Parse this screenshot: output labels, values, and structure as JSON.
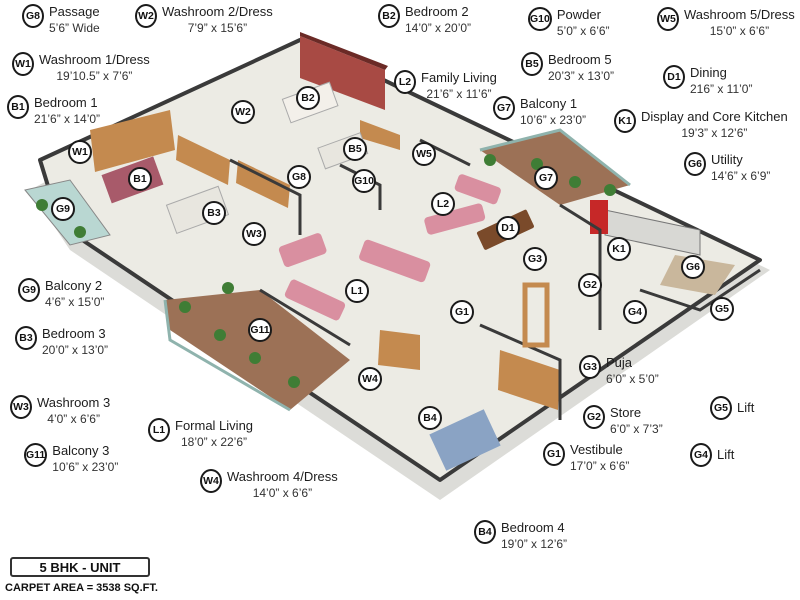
{
  "unit": {
    "label": "5 BHK - UNIT",
    "carpet_area": "CARPET AREA = 3538 SQ.FT."
  },
  "colors": {
    "floor_tile": "#ecebe4",
    "wall_top": "#3a3a3a",
    "wall_side": "#d8d8d4",
    "accent_wall": "#a84a44",
    "wood": "#c48a4f",
    "deck": "#9c7156",
    "sofa": "#d98fa0",
    "kitchen_red": "#c62828",
    "grass": "#7fae6b",
    "glass": "#b9d7d2"
  },
  "legend": {
    "G8": {
      "code": "G8",
      "name": "Passage",
      "dims": "5’6” Wide"
    },
    "W2": {
      "code": "W2",
      "name": "Washroom 2/Dress",
      "dims": "7’9” x 15’6”"
    },
    "B2": {
      "code": "B2",
      "name": "Bedroom 2",
      "dims": "14’0” x 20’0”"
    },
    "G10": {
      "code": "G10",
      "name": "Powder",
      "dims": "5’0” x 6’6”"
    },
    "W5": {
      "code": "W5",
      "name": "Washroom 5/Dress",
      "dims": "15’0” x 6’6”"
    },
    "W1": {
      "code": "W1",
      "name": "Washroom 1/Dress",
      "dims": "19’10.5” x 7’6”"
    },
    "L2": {
      "code": "L2",
      "name": "Family Living",
      "dims": "21’6” x 11’6”"
    },
    "B5": {
      "code": "B5",
      "name": "Bedroom 5",
      "dims": "20’3” x 13’0”"
    },
    "D1": {
      "code": "D1",
      "name": "Dining",
      "dims": "216” x 11’0”"
    },
    "B1": {
      "code": "B1",
      "name": "Bedroom 1",
      "dims": "21’6” x 14’0”"
    },
    "G7": {
      "code": "G7",
      "name": "Balcony 1",
      "dims": "10’6” x 23’0”"
    },
    "K1": {
      "code": "K1",
      "name": "Display and Core Kitchen",
      "dims": "19’3” x 12’6”"
    },
    "G6": {
      "code": "G6",
      "name": "Utility",
      "dims": "14’6” x 6’9”"
    },
    "G9": {
      "code": "G9",
      "name": "Balcony 2",
      "dims": "4’6” x 15’0”"
    },
    "B3": {
      "code": "B3",
      "name": "Bedroom 3",
      "dims": "20’0” x 13’0”"
    },
    "G3": {
      "code": "G3",
      "name": "Puja",
      "dims": "6’0” x 5’0”"
    },
    "W3": {
      "code": "W3",
      "name": "Washroom 3",
      "dims": "4’0” x 6’6”"
    },
    "L1": {
      "code": "L1",
      "name": "Formal Living",
      "dims": "18’0” x 22’6”"
    },
    "G2": {
      "code": "G2",
      "name": "Store",
      "dims": "6’0” x 7’3”"
    },
    "G5": {
      "code": "G5",
      "name": "Lift",
      "dims": ""
    },
    "G11": {
      "code": "G11",
      "name": "Balcony 3",
      "dims": "10’6” x 23’0”"
    },
    "W4": {
      "code": "W4",
      "name": "Washroom 4/Dress",
      "dims": "14’0” x 6’6”"
    },
    "G1": {
      "code": "G1",
      "name": "Vestibule",
      "dims": "17’0” x 6’6”"
    },
    "G4": {
      "code": "G4",
      "name": "Lift",
      "dims": ""
    },
    "B4": {
      "code": "B4",
      "name": "Bedroom 4",
      "dims": "19’0” x 12’6”"
    }
  },
  "plan_markers": [
    "W2",
    "B2",
    "B5",
    "W5",
    "G10",
    "W1",
    "B1",
    "G8",
    "G9",
    "B3",
    "W3",
    "L2",
    "G7",
    "D1",
    "G3",
    "K1",
    "G6",
    "G2",
    "L1",
    "G1",
    "G4",
    "G5",
    "G11",
    "W4",
    "B4"
  ]
}
